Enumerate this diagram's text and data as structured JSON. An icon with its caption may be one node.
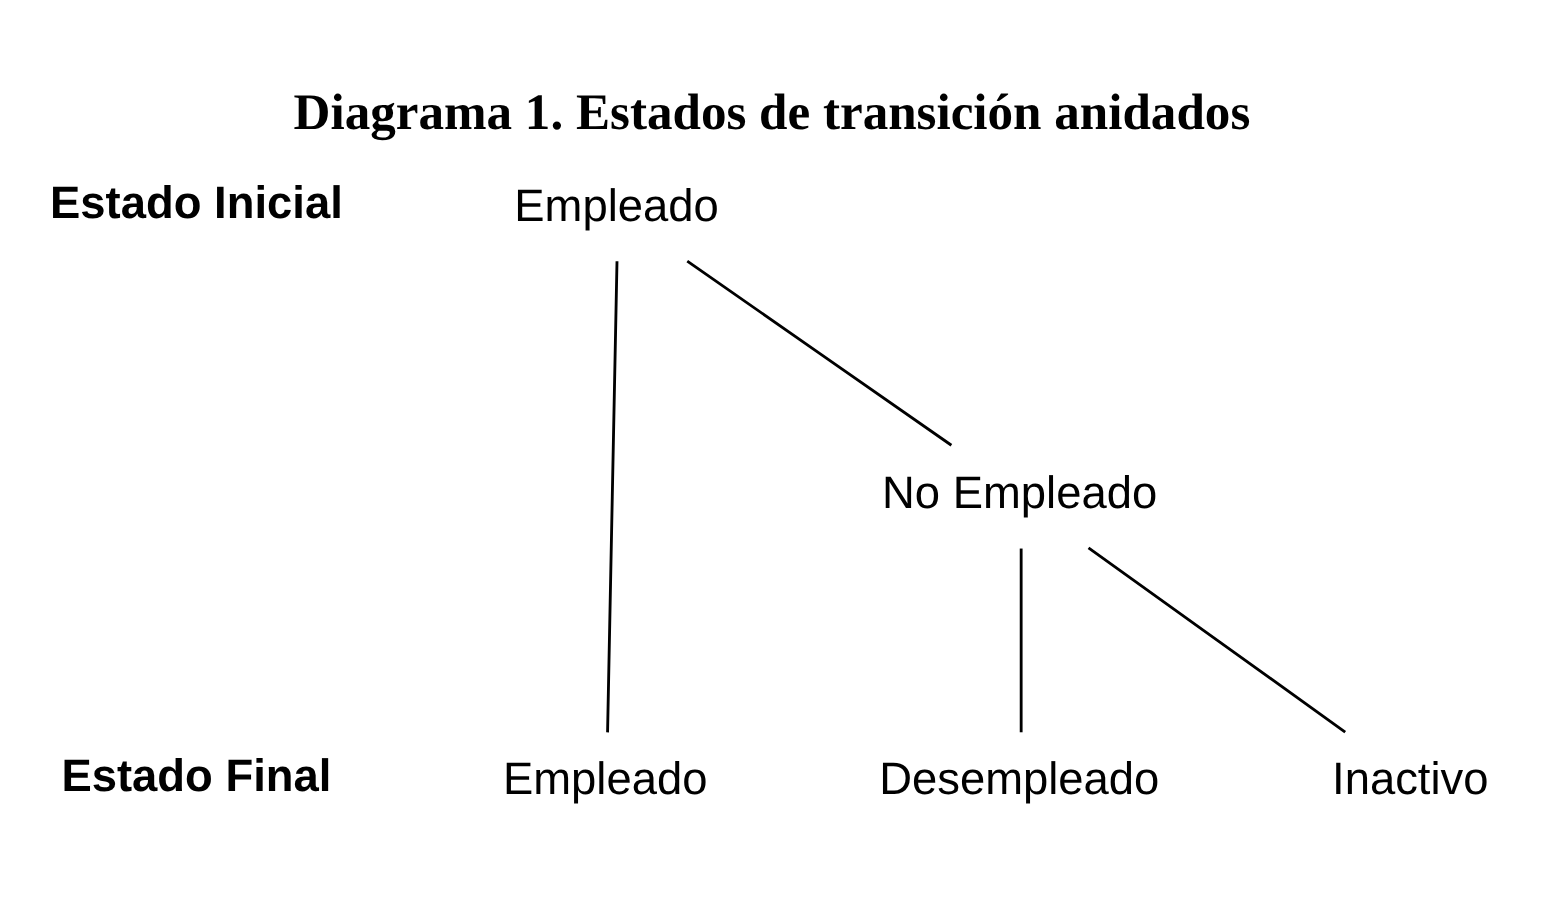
{
  "diagram": {
    "title": "Diagrama 1. Estados de transición anidados",
    "nodes": [
      {
        "text": [
          "Empleado"
        ]
      },
      {
        "text": [
          "No Empleado"
        ]
      },
      {
        "text": [
          "Empleado"
        ]
      },
      {
        "text": [
          "Desempleado"
        ]
      },
      {
        "text": [
          "Inactivo"
        ]
      }
    ],
    "edges": [
      {
        "from": 0,
        "to": 2,
        "arrow": "none"
      },
      {
        "from": 0,
        "to": 1,
        "arrow": "none"
      },
      {
        "from": 1,
        "to": 3,
        "arrow": "none"
      },
      {
        "from": 1,
        "to": 4,
        "arrow": "none"
      }
    ],
    "labels": [
      "Estado Inicial",
      "Estado Final"
    ]
  }
}
